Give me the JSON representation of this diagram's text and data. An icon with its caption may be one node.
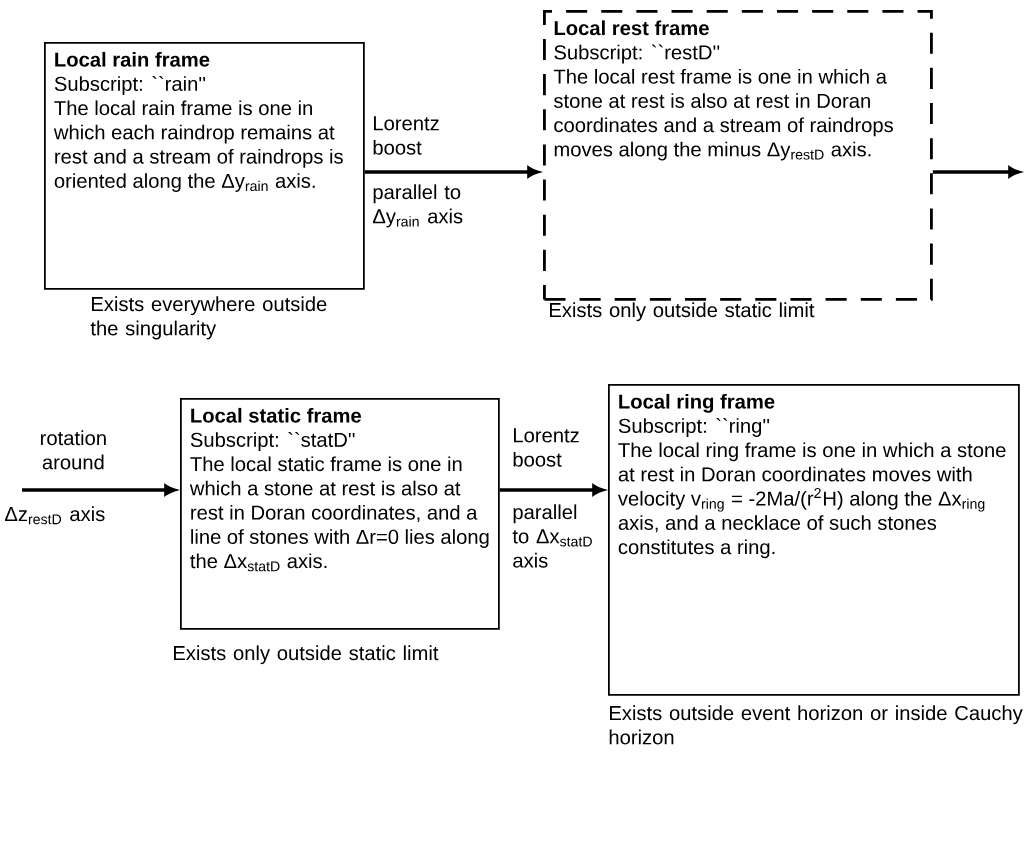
{
  "diagram": {
    "nodes": [
      {
        "text": [
          "Local rain frame",
          "Subscript: ``rain''",
          "The local rain frame is one in which each raindrop remains at rest and a stream of raindrops is oriented along the Δy$_{rain}$ axis."
        ],
        "beside": [
          "Exists everywhere outside the singularity"
        ]
      },
      {
        "text": [
          "Local rest frame",
          "Subscript: ``restD''",
          "The local rest frame is one in which a stone at rest is also at rest in Doran coordinates and a stream of raindrops moves along the minus Δy$_{restD}$ axis."
        ],
        "beside": [
          "Exists only outside static limit"
        ]
      },
      {
        "text": [
          "Local static frame",
          "Subscript: ``statD''",
          "The local static frame is one in which a stone at rest is also at rest in Doran coordinates, and a line of stones with Δr=0 lies along the Δx$_{statD}$ axis."
        ],
        "beside": [
          "Exists only outside static limit"
        ]
      },
      {
        "text": [
          "Local ring frame",
          "Subscript: ``ring''",
          "The local ring frame is one in which a stone at rest in Doran coordinates moves with velocity v$_{ring}$ = -2Ma/(r$^{2}$H) along the Δx$_{ring}$ axis, and a necklace of such stones constitutes a ring."
        ],
        "beside": [
          "Exists outside event horizon or inside Cauchy horizon"
        ]
      }
    ],
    "edges": [
      {
        "from": 0,
        "to": 1,
        "arrow": "to",
        "label": "Lorentz boost"
      },
      {
        "from": 1,
        "to": null,
        "arrow": "to"
      },
      {
        "from": null,
        "to": 2,
        "arrow": "to",
        "label": "rotation around"
      },
      {
        "from": 2,
        "to": 3,
        "arrow": "to",
        "label": "Lorentz boost"
      }
    ],
    "labels": [
      "parallel to Δy$_{rain}$ axis",
      "Δz$_{restD}$ axis",
      "parallel to Δx$_{statD}$ axis"
    ]
  }
}
